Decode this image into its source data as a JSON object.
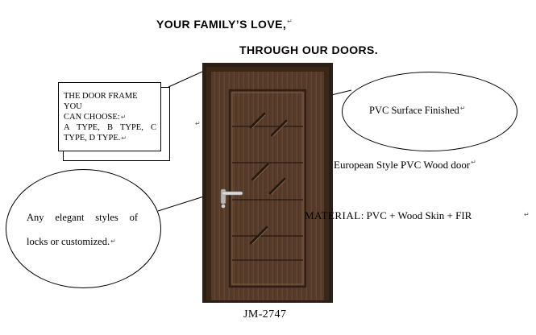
{
  "headline": {
    "line1": "YOUR FAMILY’S LOVE,",
    "line2": "THROUGH OUR DOORS.",
    "line1_mark": "↵"
  },
  "frame_callout": {
    "line1": "THE DOOR FRAME YOU",
    "line2": "CAN CHOOSE:",
    "line3": "A TYPE, B TYPE, C",
    "line4": "TYPE, D TYPE.",
    "mark": "↵"
  },
  "pvc_callout": {
    "text": "PVC Surface Finished",
    "mark": "↵"
  },
  "locks_callout": {
    "line1": "Any elegant styles of",
    "line2": "locks or customized.",
    "mark": "↵"
  },
  "european_label": {
    "text": "European Style PVC Wood door",
    "mark": "↵"
  },
  "material_label": {
    "keyword": "MATERIAL",
    "text": ": PVC + Wood Skin + FIR",
    "mark": "↵"
  },
  "model_label": "JM-2747",
  "colors": {
    "door_wood": "#5a3e2b",
    "door_wood_dark": "#3a2718",
    "frame_outer": "#2b1e14",
    "handle": "#c9c9c9"
  }
}
